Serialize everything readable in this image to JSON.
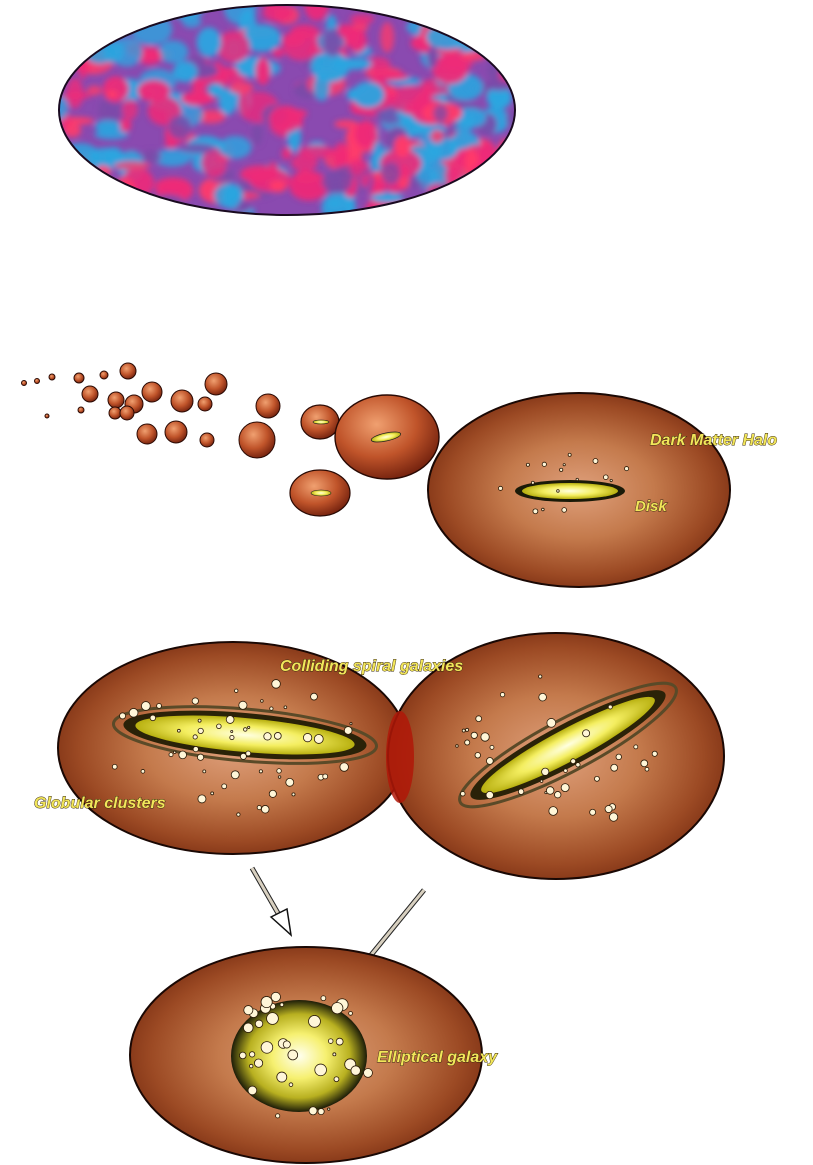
{
  "labels": {
    "halo": "Dark Matter Halo",
    "disk": "Disk",
    "colliding": "Colliding spiral galaxies",
    "globular": "Globular clusters",
    "elliptical": "Elliptical galaxy"
  },
  "colors": {
    "cmb_pink": "#ee2a78",
    "cmb_blue": "#2aa6e0",
    "cmb_purple": "#7a4aa8",
    "halo_outer": "#8b3a1c",
    "halo_inner": "#d4956a",
    "disk_core": "#fffbc0",
    "disk_edge": "#d8d020",
    "label": "#f2e65a"
  }
}
